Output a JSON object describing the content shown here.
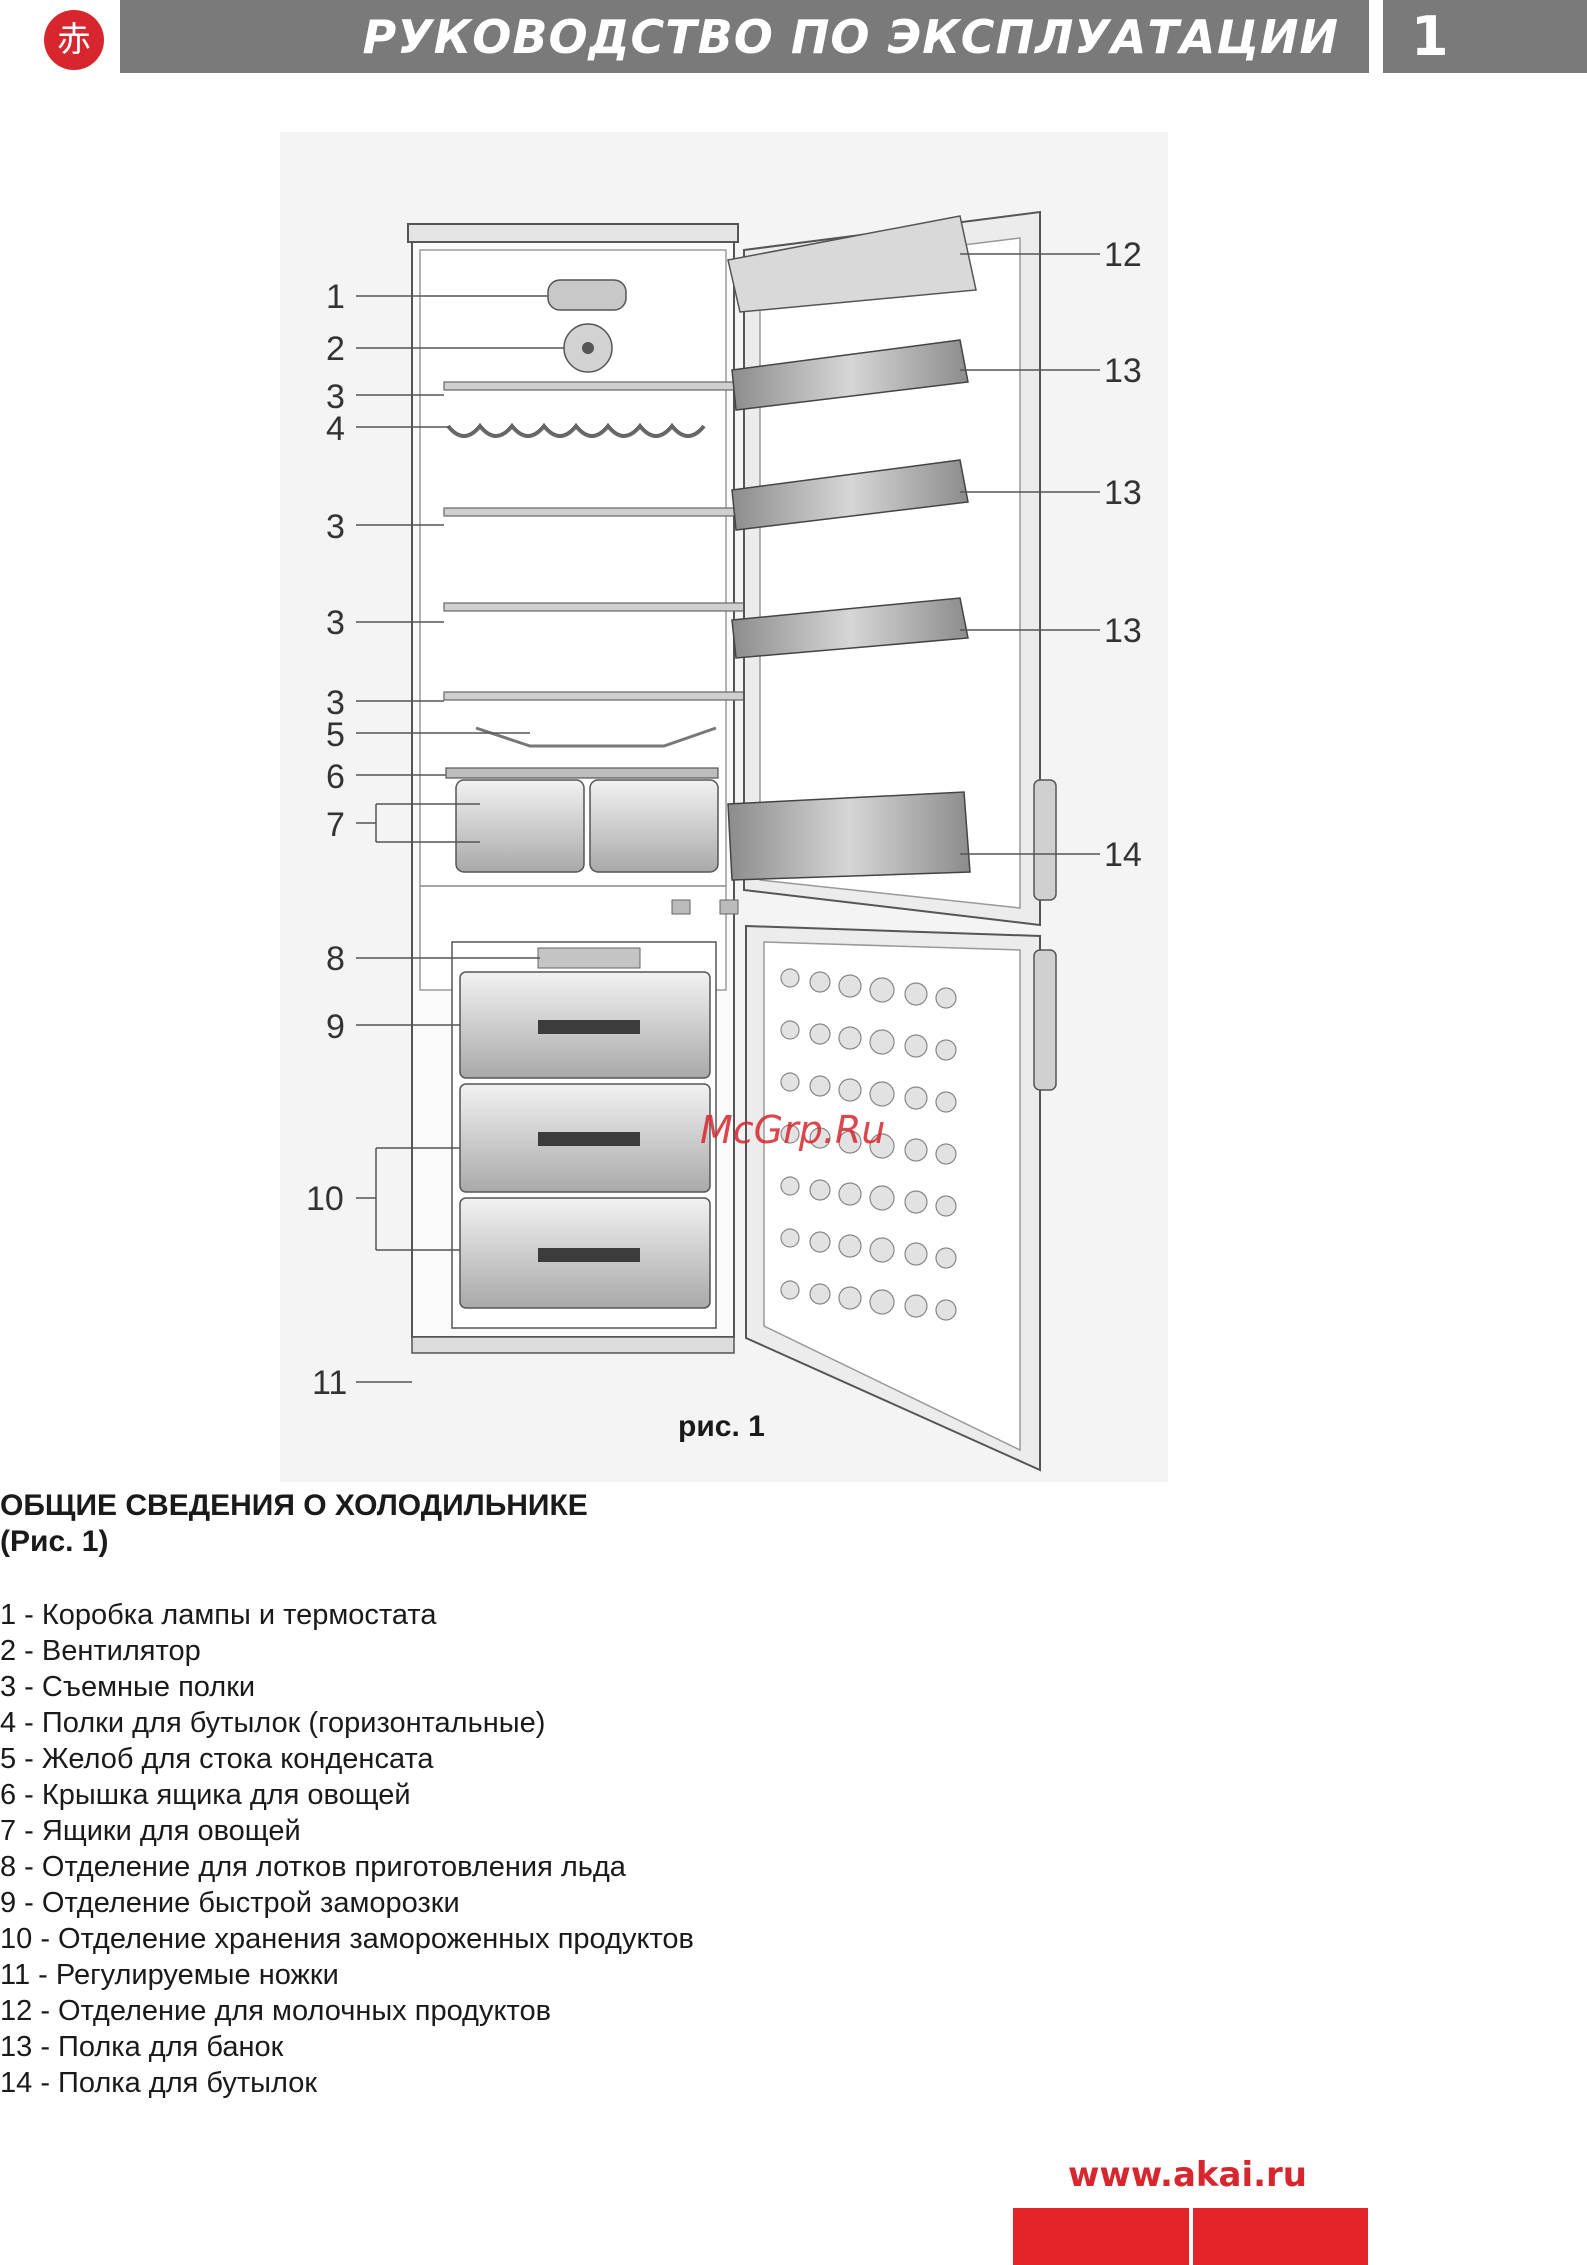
{
  "header": {
    "logo_char": "赤",
    "title": "РУКОВОДСТВО ПО ЭКСПЛУАТАЦИИ",
    "page_number": "1"
  },
  "figure": {
    "callouts": [
      "1",
      "2",
      "3",
      "4",
      "3",
      "3",
      "3",
      "5",
      "6",
      "7",
      "8",
      "9",
      "10",
      "11",
      "12",
      "13",
      "13",
      "13",
      "14"
    ],
    "watermark": "McGrp.Ru",
    "caption": "рис. 1"
  },
  "section": {
    "heading_line1": "ОБЩИЕ СВЕДЕНИЯ О ХОЛОДИЛЬНИКЕ",
    "heading_line2": "(Рис. 1)",
    "items": [
      "1 - Коробка лампы и термостата",
      "2 - Вентилятор",
      "3 - Съемные полки",
      "4 -  Полки для бутылок (горизонтальные)",
      "5 - Желоб для стока конденсата",
      "6 - Крышка ящика для овощей",
      "7 - Ящики  для овощей",
      "8 - Отделение для лотков приготовления  льда",
      "9 - Отделение быстрой заморозки",
      "10 - Отделение хранения замороженных продуктов",
      "11 - Регулируемые ножки",
      "12 - Отделение для молочных продуктов",
      "13 - Полка для банок",
      "14 - Полка для бутылок"
    ]
  },
  "footer": {
    "url": "www.akai.ru"
  },
  "colors": {
    "accent_red": "#d8262e",
    "header_gray": "#7a7a7a"
  }
}
